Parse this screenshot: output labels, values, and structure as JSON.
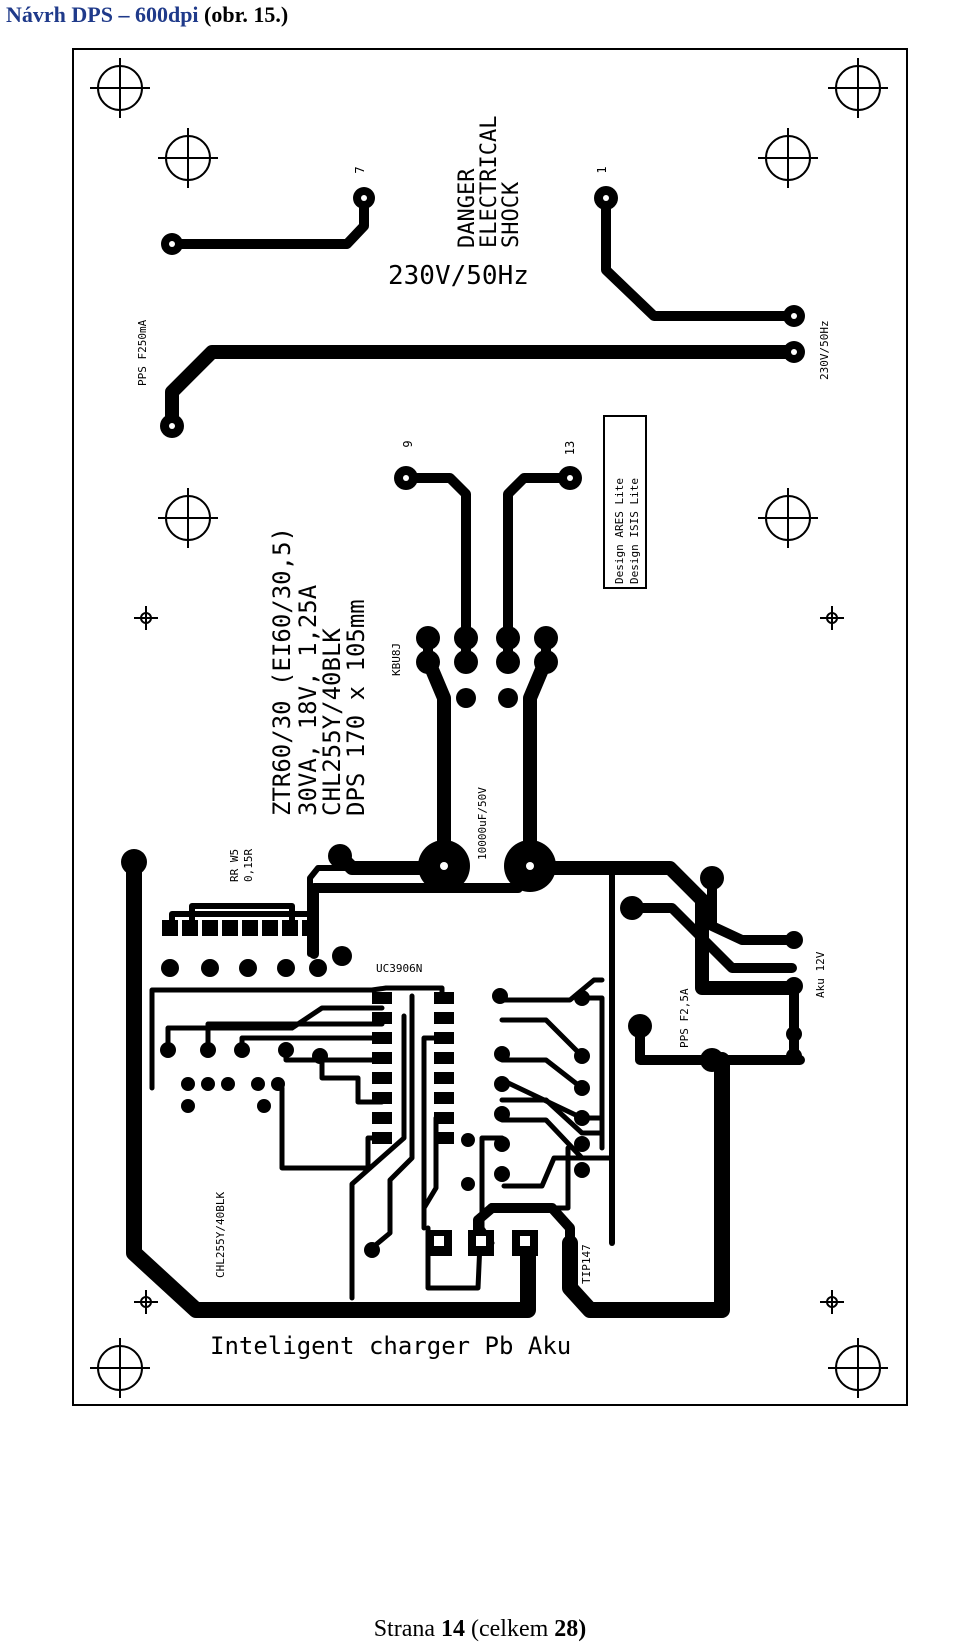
{
  "heading": {
    "title": "Návrh DPS",
    "dash": "– 600dpi",
    "figure": "(obr. 15.)"
  },
  "board": {
    "warning": [
      "DANGER",
      "ELECTRICAL",
      "SHOCK"
    ],
    "mains": "230V/50Hz",
    "fuse_primary": "PPS F250mA",
    "mains_conn": "230V/50Hz",
    "pin_7": "7",
    "pin_1": "1",
    "pin_9": "9",
    "pin_13": "13",
    "transformer": [
      "ZTR60/30 (EI60/30,5)",
      "30VA, 18V, 1,25A"
    ],
    "heatsink": "CHL255Y/40BLK",
    "pcb_size": "DPS 170 x 105mm",
    "design": [
      "Design ARES Lite",
      "Design ISIS Lite"
    ],
    "bridge": "KBU8J",
    "capacitor": "10000uF/50V",
    "resistor": [
      "RR W5",
      "0,15R"
    ],
    "ic": "UC3906N",
    "battery": "Aku 12V",
    "fuse_secondary": "PPS F2,5A",
    "heatsink2": "CHL255Y/40BLK",
    "transistor": "TIP147",
    "title": "Inteligent charger Pb Aku"
  },
  "footer": {
    "prefix": "Strana",
    "page": "14",
    "mid": "(celkem",
    "total": "28)"
  }
}
